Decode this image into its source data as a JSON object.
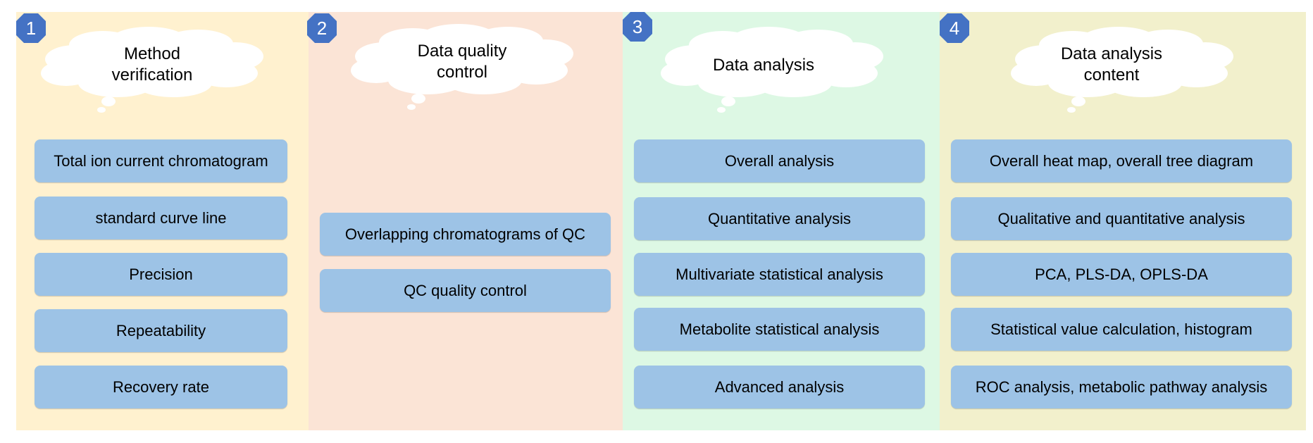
{
  "colors": {
    "badge": "#4472c4",
    "item_box": "#9dc3e6",
    "column_1": "#fff1cf",
    "column_2": "#fbe4d6",
    "column_3": "#ddf8e4",
    "column_4": "#f2f0cc"
  },
  "columns": [
    {
      "number": "1",
      "title_lines": [
        "Method",
        "verification"
      ],
      "items": [
        "Total ion current chromatogram",
        "standard curve line",
        "Precision",
        "Repeatability",
        "Recovery rate"
      ]
    },
    {
      "number": "2",
      "title_lines": [
        "Data quality",
        "control"
      ],
      "items": [
        "Overlapping  chromatograms of QC",
        "QC quality  control"
      ]
    },
    {
      "number": "3",
      "title_lines": [
        "Data analysis"
      ],
      "items": [
        "Overall analysis",
        "Quantitative analysis",
        "Multivariate statistical analysis",
        "Metabolite statistical analysis",
        "Advanced analysis"
      ]
    },
    {
      "number": "4",
      "title_lines": [
        "Data analysis",
        "content"
      ],
      "items": [
        "Overall heat map, overall tree diagram",
        "Qualitative and quantitative  analysis",
        "PCA, PLS-DA, OPLS-DA",
        "Statistical value calculation,  histogram",
        "ROC analysis, metabolic pathway  analysis"
      ]
    }
  ]
}
